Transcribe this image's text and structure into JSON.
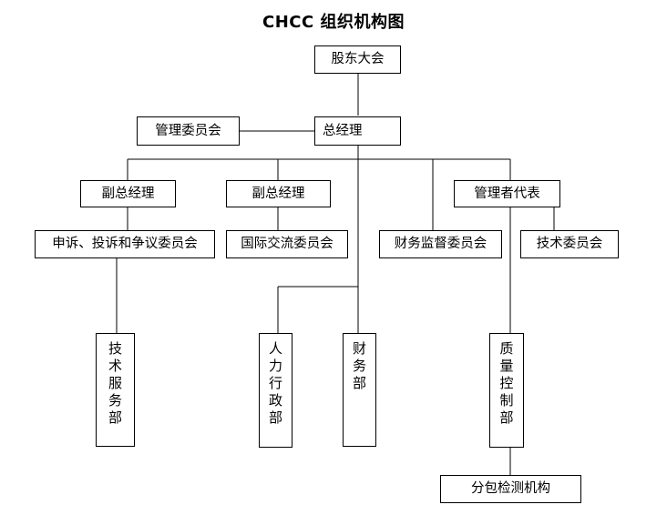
{
  "title": "CHCC 组织机构图",
  "nodes": {
    "shareholders": "股东大会",
    "general_manager": "总经理",
    "management_committee": "管理委员会",
    "deputy_gm_1": "副总经理",
    "deputy_gm_2": "副总经理",
    "management_representative": "管理者代表",
    "complaint_committee": "申诉、投诉和争议委员会",
    "international_committee": "国际交流委员会",
    "finance_supervision_committee": "财务监督委员会",
    "technical_committee": "技术委员会",
    "technical_service_dept": "技术服务部",
    "hr_admin_dept": "人力行政部",
    "finance_dept": "财务部",
    "quality_control_dept": "质量控制部",
    "subcontract_testing": "分包检测机构"
  }
}
